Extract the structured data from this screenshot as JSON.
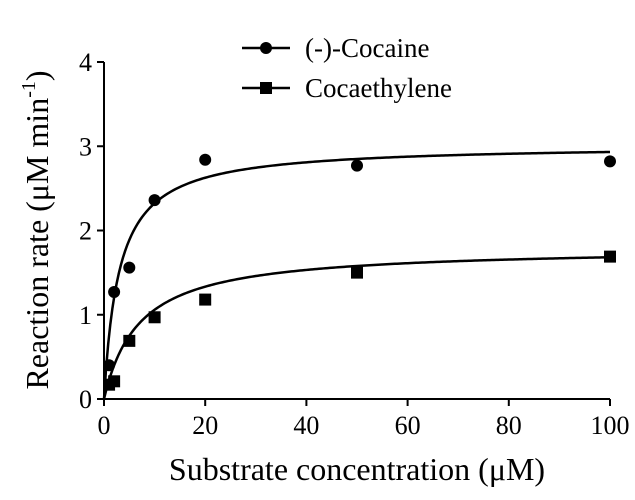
{
  "chart_data": {
    "type": "scatter",
    "title": "",
    "xlabel": "Substrate concentration (μM)",
    "ylabel": "Reaction rate (μM min",
    "ylabel_sup": "-1",
    "ylabel_close": ")",
    "xlim": [
      0,
      100
    ],
    "ylim": [
      0,
      4
    ],
    "x_ticks": [
      "0",
      "20",
      "40",
      "60",
      "80",
      "100"
    ],
    "y_ticks": [
      "0",
      "1",
      "2",
      "3",
      "4"
    ],
    "legend_position": "top-center",
    "series": [
      {
        "name": "(-)-Cocaine",
        "marker": "circle",
        "points": [
          {
            "x": 1,
            "y": 0.4
          },
          {
            "x": 2,
            "y": 1.27
          },
          {
            "x": 5,
            "y": 1.56
          },
          {
            "x": 10,
            "y": 2.36
          },
          {
            "x": 20,
            "y": 2.84
          },
          {
            "x": 50,
            "y": 2.77
          },
          {
            "x": 100,
            "y": 2.82
          }
        ],
        "fit": {
          "model": "michaelis-menten",
          "vmax": 3.02,
          "km": 3.0
        }
      },
      {
        "name": "Cocaethylene",
        "marker": "square",
        "points": [
          {
            "x": 1,
            "y": 0.17
          },
          {
            "x": 2,
            "y": 0.21
          },
          {
            "x": 5,
            "y": 0.69
          },
          {
            "x": 10,
            "y": 0.97
          },
          {
            "x": 20,
            "y": 1.18
          },
          {
            "x": 50,
            "y": 1.5
          },
          {
            "x": 100,
            "y": 1.69
          }
        ],
        "fit": {
          "model": "michaelis-menten",
          "vmax": 1.8,
          "km": 7.0
        }
      }
    ]
  }
}
